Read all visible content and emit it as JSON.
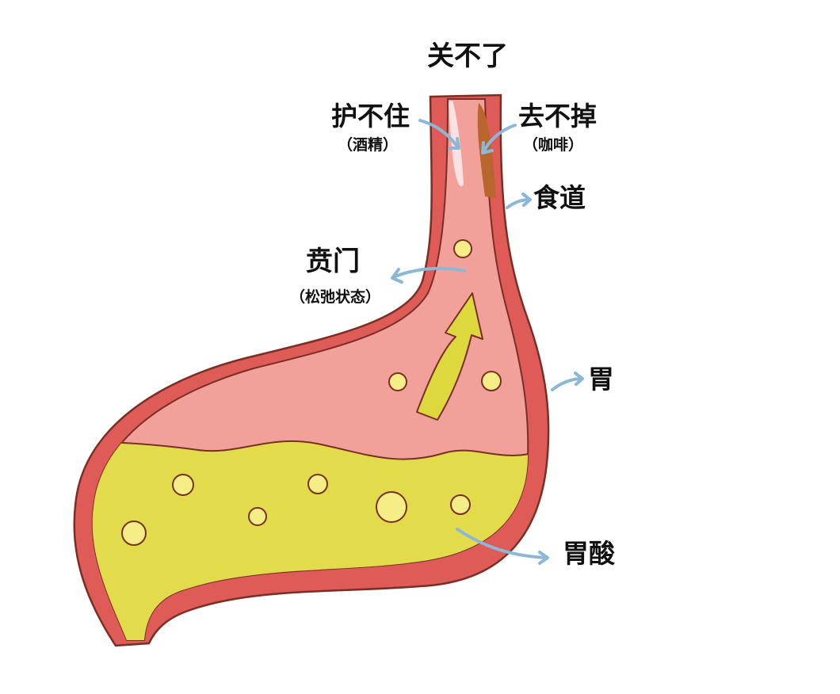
{
  "labels": {
    "top": "关不了",
    "left_upper": "护不住",
    "left_upper_note": "（酒精）",
    "right_upper": "去不掉",
    "right_upper_note": "（咖啡）",
    "esophagus": "食道",
    "cardia": "贲门",
    "cardia_note": "（松弛状态）",
    "stomach": "胃",
    "acid": "胃酸"
  },
  "colors": {
    "wall": "#de5b57",
    "outline": "#7a2f24",
    "lumen": "#f2a09a",
    "acid": "#e2dc4d",
    "bubble": "#f5ee86",
    "arrow_reflux": "#dcd83e",
    "pointer": "#8ab8d6",
    "stain": "#b8662d",
    "highlight": "#fbe2e2"
  }
}
